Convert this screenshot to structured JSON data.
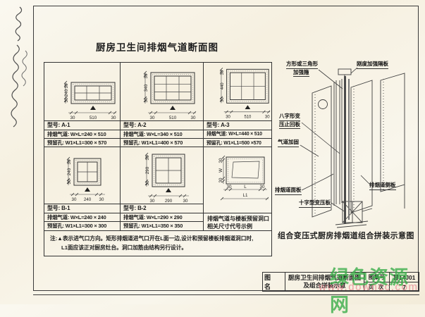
{
  "title": "厨房卫生间排烟气道断面图",
  "colors": {
    "paper": "#f8f5ec",
    "ink": "#2b2b2b",
    "watermark_green": "#3aac48",
    "watermark_pink": "#e8808c"
  },
  "spec_table": {
    "models": [
      {
        "model": "型号: A-1",
        "duct": "排烟气道: W×L=240 × 510",
        "hole": "预留孔: W1×L1=300 × 570",
        "dim_left": [
          "30",
          "240",
          "30"
        ],
        "dim_bottom": [
          "30",
          "510",
          "30"
        ]
      },
      {
        "model": "型号: A-2",
        "duct": "排烟气道: W×L=340 × 510",
        "hole": "预留孔: W1×L1=400 × 570",
        "dim_left": [
          "30",
          "340",
          "30"
        ],
        "dim_bottom": [
          "30",
          "510",
          "30"
        ]
      },
      {
        "model": "型号: A-3",
        "duct": "排烟气道: W×L=440 × 510",
        "hole": "预留孔: W1×L1=500 ×570",
        "dim_left": [
          "30",
          "440",
          "30"
        ],
        "dim_bottom": [
          "30",
          "510",
          "30"
        ]
      },
      {
        "model": "型号: B-1",
        "duct": "排烟气道: W×L=240 × 240",
        "hole": "预留孔: W1×L1=300 × 300",
        "dim_left": [
          "30",
          "240",
          "30"
        ],
        "dim_bottom": [
          "30",
          "240",
          "30"
        ]
      },
      {
        "model": "型号: B-2",
        "duct": "排烟气道: W×L=290 × 290",
        "hole": "预留孔: W1×L1=350 × 350",
        "dim_left": [
          "30",
          "290",
          "30"
        ],
        "dim_bottom": [
          "30",
          "290",
          "30"
        ]
      }
    ],
    "legend_cell": {
      "line1": "排烟气道与楼板预留洞口",
      "line2": "相关尺寸代号示例",
      "dim_left": [
        "30",
        "W",
        "30"
      ],
      "dim_bottom": [
        "30",
        "L",
        "30"
      ],
      "dim_bottom_total": "L1"
    },
    "note_line1": "注:▲表示进气口方向。矩形排烟道进气口开在L面一边,设计和预留楼板排烟道洞口时,",
    "note_line2": "L1面应该正对厨房灶台。洞口加筋由结构另行设计。"
  },
  "assembly": {
    "caption": "组合变压式厨房排烟道组合拼装示意图",
    "labels": {
      "hoop_line1": "方形或三角形",
      "hoop_line2": "加强箍",
      "stiffener": "刚度加强隔板",
      "check_plate_line1": "八字形变",
      "check_plate_line2": "压止回板",
      "duct_reinforce": "气道加固",
      "face_panel": "排烟道面板",
      "cross_plate": "十字型变压板",
      "side_panel": "排烟道侧板"
    }
  },
  "title_block": {
    "name_label": "图 名",
    "name_line1": "厨房卫生间排烟气道断面图",
    "name_line2": "及组合拼装示意",
    "atlas_label": "图集号",
    "atlas_no": "甘14J01",
    "page_label": "页 次",
    "page_no": "7"
  },
  "watermark": {
    "site": "绿色资源网",
    "url": "www.downcc.com"
  }
}
